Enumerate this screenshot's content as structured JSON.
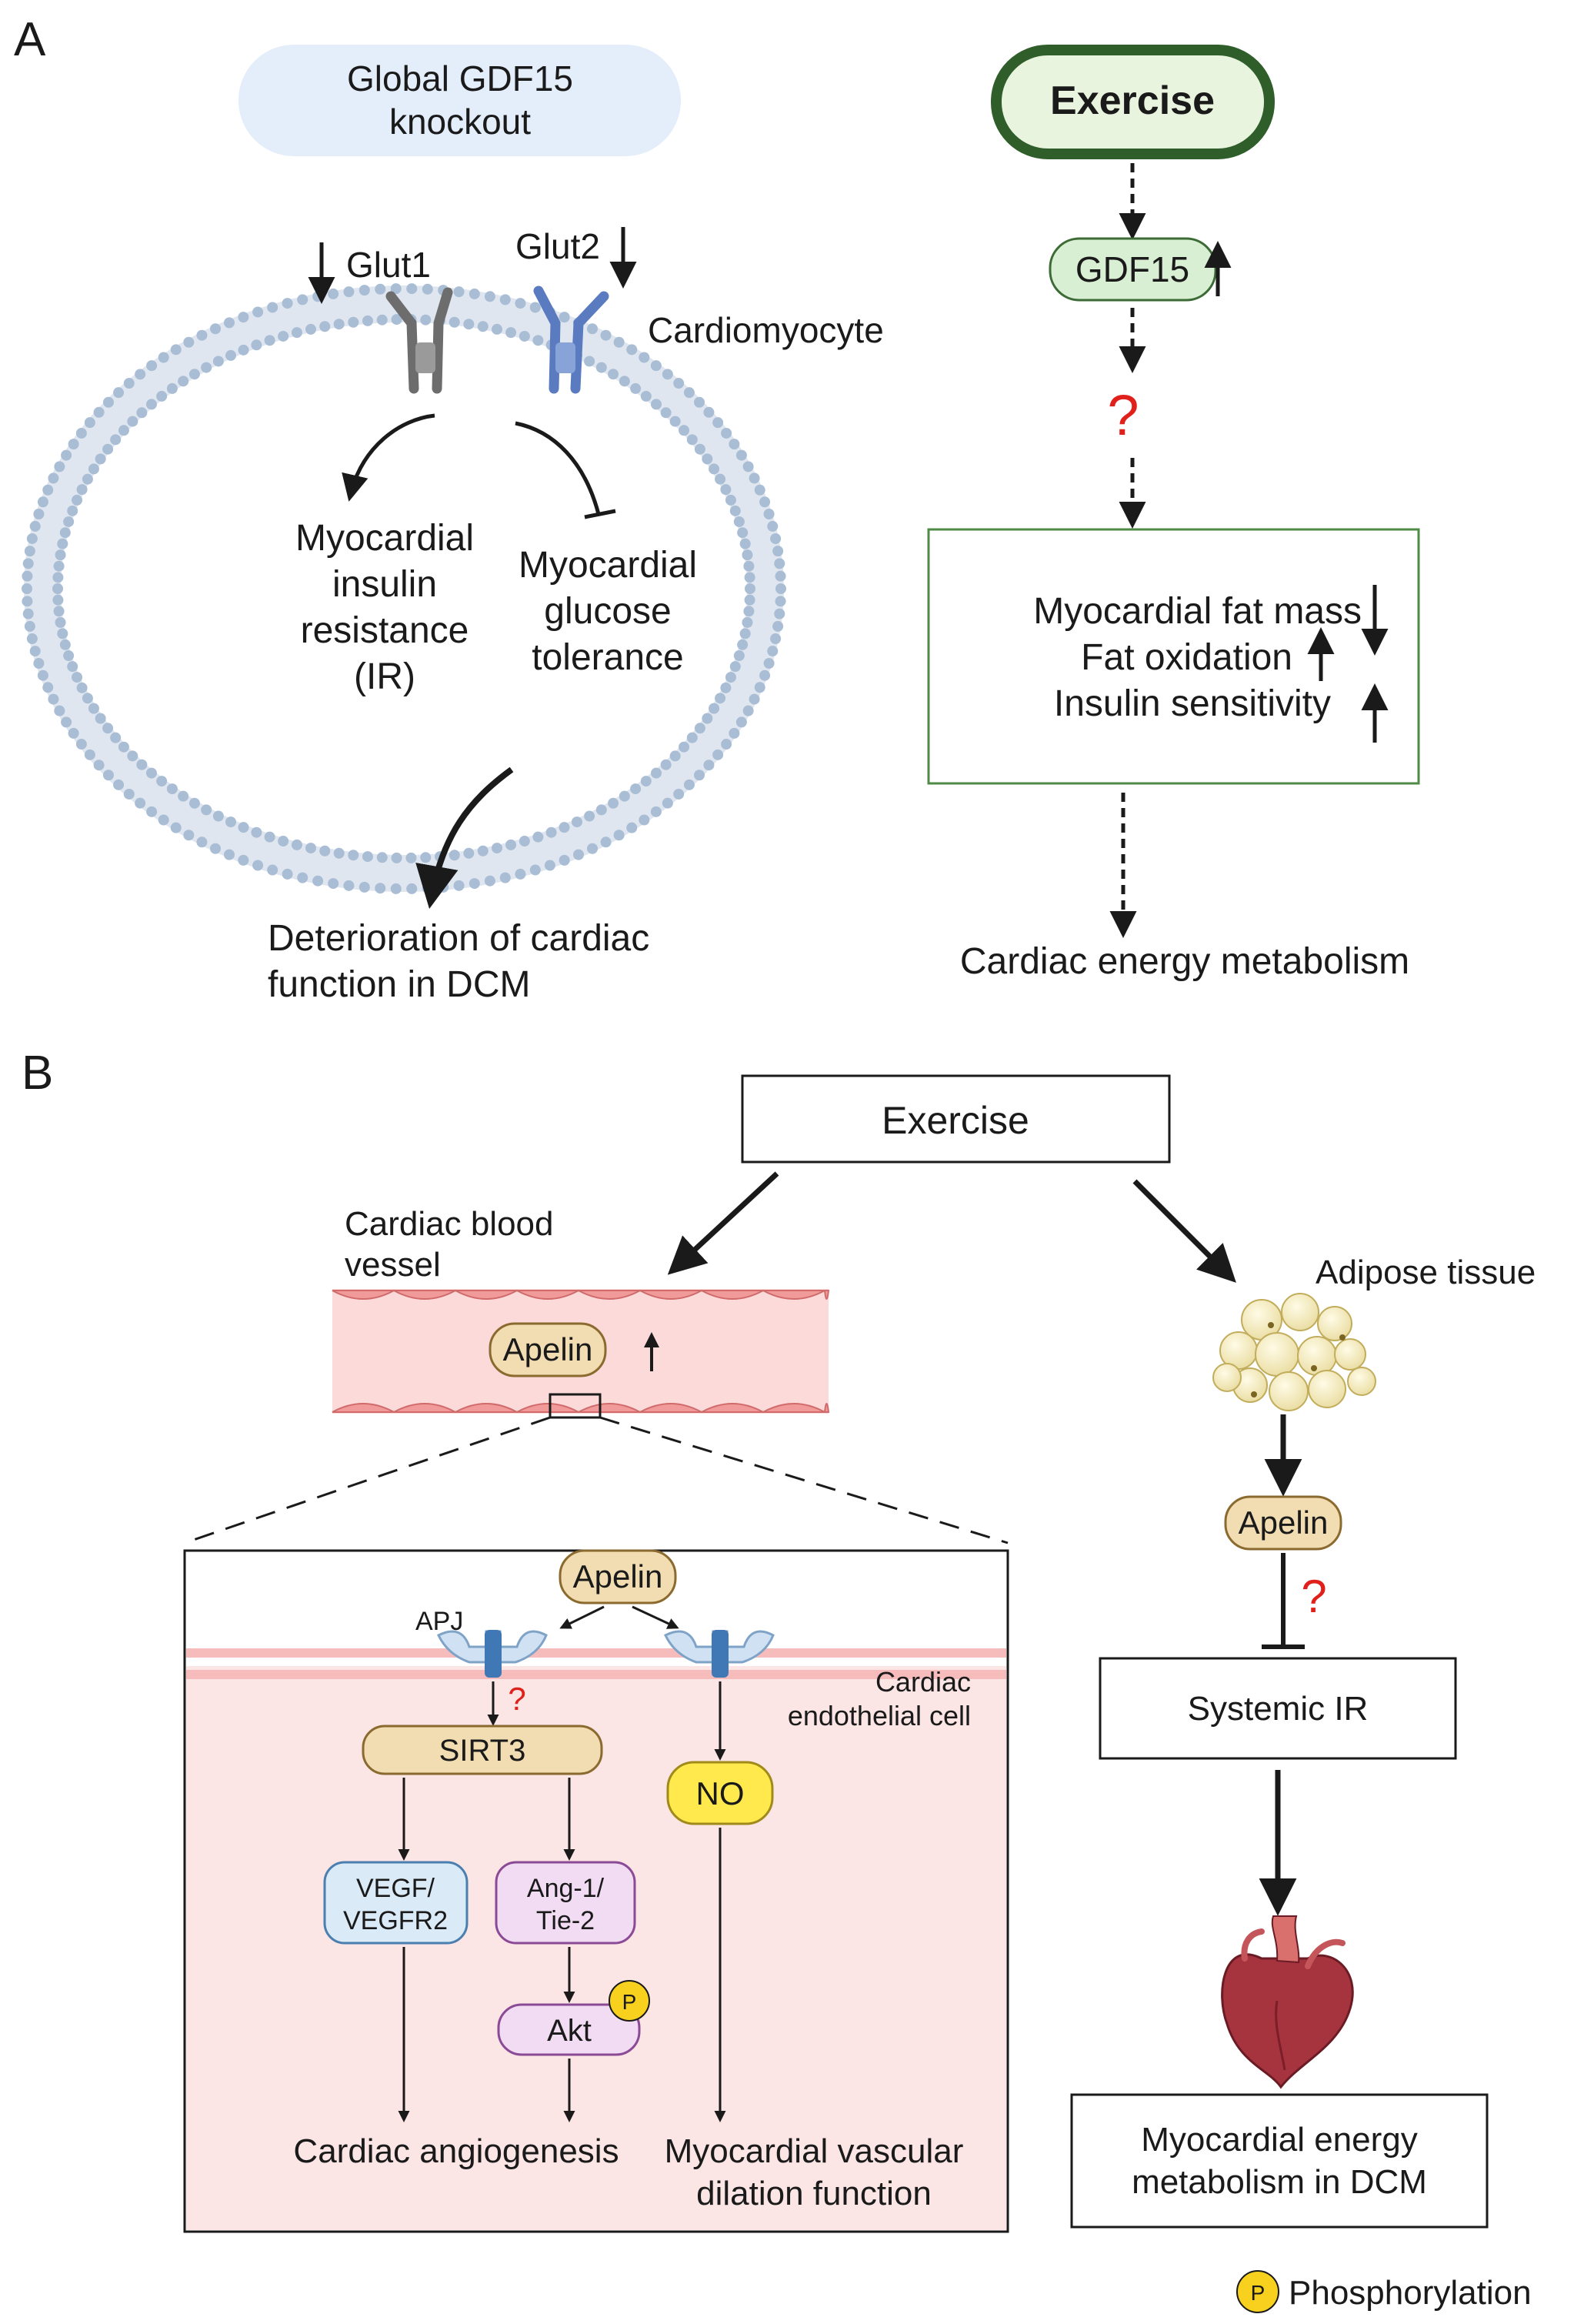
{
  "panel_a": {
    "letter": "A",
    "knockout": {
      "line1": "Global GDF15",
      "line2": "knockout"
    },
    "glut1": "Glut1",
    "glut2": "Glut2",
    "cardiomyocyte": "Cardiomyocyte",
    "ir": {
      "line1": "Myocardial",
      "line2": "insulin",
      "line3": "resistance",
      "line4": "(IR)"
    },
    "glucose": {
      "line1": "Myocardial",
      "line2": "glucose",
      "line3": "tolerance"
    },
    "deterioration": {
      "line1": "Deterioration of cardiac",
      "line2": "function in DCM"
    },
    "exercise": "Exercise",
    "gdf15": "GDF15",
    "question": "?",
    "effects": {
      "line1": "Myocardial fat mass",
      "line2": "Fat oxidation",
      "line3": "Insulin sensitivity"
    },
    "energy": "Cardiac energy metabolism"
  },
  "panel_b": {
    "letter": "B",
    "exercise": "Exercise",
    "vessel": {
      "line1": "Cardiac blood",
      "line2": "vessel"
    },
    "apelin_vessel": "Apelin",
    "adipose": "Adipose tissue",
    "apelin_top": "Apelin",
    "apj": "APJ",
    "question": "?",
    "endothelial": {
      "line1": "Cardiac",
      "line2": "endothelial cell"
    },
    "sirt3": "SIRT3",
    "no": "NO",
    "vegf": {
      "line1": "VEGF/",
      "line2": "VEGFR2"
    },
    "ang": {
      "line1": "Ang-1/",
      "line2": "Tie-2"
    },
    "akt": "Akt",
    "p": "P",
    "angiogenesis": "Cardiac angiogenesis",
    "dilation": {
      "line1": "Myocardial vascular",
      "line2": "dilation function"
    },
    "apelin_adipose": "Apelin",
    "question2": "?",
    "systemic_ir": "Systemic IR",
    "energy_dcm": {
      "line1": "Myocardial energy",
      "line2": "metabolism in DCM"
    }
  },
  "legend": {
    "p": "P",
    "label": "Phosphorylation"
  },
  "colors": {
    "exercise_green": "#2f5e2a",
    "exercise_fill": "#e8f4de",
    "gdf15_fill": "#d9efd4",
    "apelin_fill": "#f1ddb1",
    "apelin_stroke": "#8a6a2f",
    "no_fill": "#ffe94d",
    "vegf_fill": "#dbeaf7",
    "ang_fill": "#f2dcf3",
    "cell_fill": "#fbe5e5",
    "vessel_fill": "#f8caca",
    "question_red": "#e0201b",
    "membrane": "#a9bdd5"
  }
}
